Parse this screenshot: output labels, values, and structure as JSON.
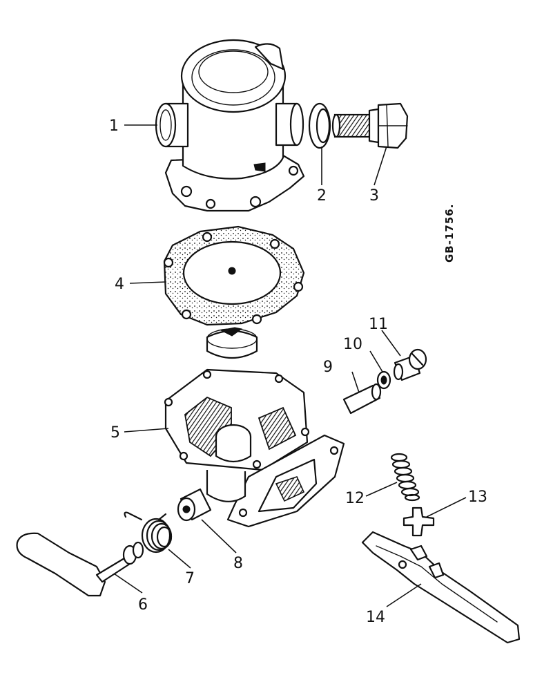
{
  "drawing_reference": "GB-1756.",
  "callouts": [
    "1",
    "2",
    "3",
    "4",
    "5",
    "6",
    "7",
    "8",
    "9",
    "10",
    "11",
    "12",
    "13",
    "14"
  ]
}
